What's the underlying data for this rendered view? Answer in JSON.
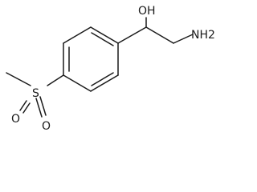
{
  "molecule": {
    "atoms": {
      "oh": "OH",
      "nh2": "NH2",
      "sulfur": "S",
      "o_upper": "O",
      "o_lower": "O"
    }
  }
}
